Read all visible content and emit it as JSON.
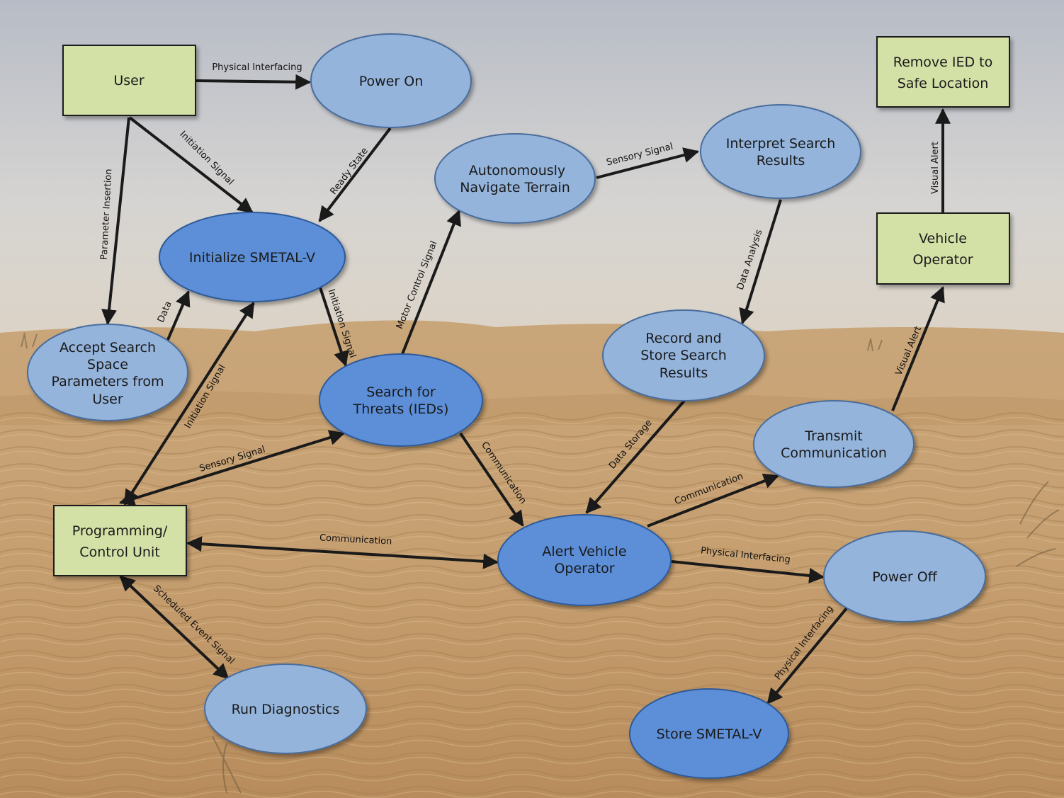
{
  "diagram": {
    "colors": {
      "rect_fill": "#d3e0a6",
      "light_ellipse_fill": "#94b4dc",
      "dark_ellipse_fill": "#5b8fd8",
      "stroke": "#1a1a1a"
    },
    "nodes": {
      "user": [
        "User"
      ],
      "power_on": [
        "Power On"
      ],
      "remove_ied": [
        "Remove IED to",
        "Safe Location"
      ],
      "navigate": [
        "Autonomously",
        "Navigate Terrain"
      ],
      "interpret": [
        "Interpret Search",
        "Results"
      ],
      "initialize": [
        "Initialize SMETAL-V"
      ],
      "vehicle_operator": [
        "Vehicle",
        "Operator"
      ],
      "accept_params": [
        "Accept Search",
        "Space",
        "Parameters from",
        "User"
      ],
      "search_threats": [
        "Search for",
        "Threats (IEDs)"
      ],
      "record_store": [
        "Record and",
        "Store Search",
        "Results"
      ],
      "transmit": [
        "Transmit",
        "Communication"
      ],
      "programming": [
        "Programming/",
        "Control Unit"
      ],
      "alert": [
        "Alert Vehicle",
        "Operator"
      ],
      "power_off": [
        "Power Off"
      ],
      "diagnostics": [
        "Run Diagnostics"
      ],
      "store": [
        "Store SMETAL-V"
      ]
    },
    "edges": {
      "physical_interfacing_1": "Physical Interfacing",
      "initiation_signal_1": "Initiation Signal",
      "ready_state": "Ready State",
      "parameter_insertion": "Parameter Insertion",
      "data": "Data",
      "initiation_signal_2": "Initiation Signal",
      "initiation_signal_3": "Initiation Signal",
      "motor_control_signal": "Motor Control Signal",
      "sensory_signal_1": "Sensory Signal",
      "data_analysis": "Data Analysis",
      "visual_alert_1": "Visual Alert",
      "visual_alert_2": "Visual Alert",
      "sensory_signal_2": "Sensory Signal",
      "communication_1": "Communication",
      "data_storage": "Data Storage",
      "communication_2": "Communication",
      "communication_3": "Communication",
      "physical_interfacing_2": "Physical Interfacing",
      "scheduled_event_signal": "Scheduled Event Signal",
      "physical_interfacing_3": "Physical Interfacing"
    }
  }
}
